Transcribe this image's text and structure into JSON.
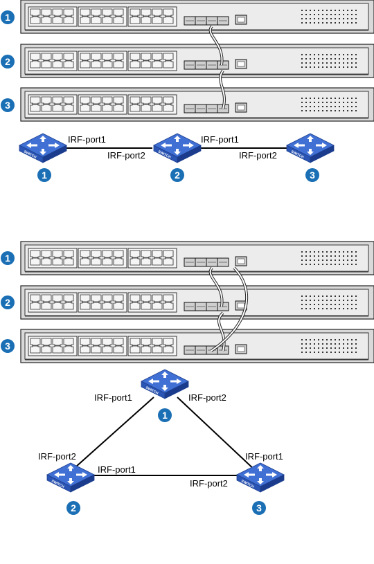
{
  "diagram1": {
    "stack_labels": [
      "1",
      "2",
      "3"
    ],
    "nodes": [
      {
        "badge": "1",
        "switch_text": "SWITCH"
      },
      {
        "badge": "2",
        "switch_text": "SWITCH"
      },
      {
        "badge": "3",
        "switch_text": "SWITCH"
      }
    ],
    "links": [
      {
        "left_port": "IRF-port1",
        "right_port": "IRF-port2"
      },
      {
        "left_port": "IRF-port1",
        "right_port": "IRF-port2"
      }
    ]
  },
  "diagram2": {
    "stack_labels": [
      "1",
      "2",
      "3"
    ],
    "nodes": [
      {
        "badge": "1",
        "switch_text": "SWITCH"
      },
      {
        "badge": "2",
        "switch_text": "SWITCH"
      },
      {
        "badge": "3",
        "switch_text": "SWITCH"
      }
    ],
    "port_labels": {
      "top_left": "IRF-port1",
      "top_right": "IRF-port2",
      "left_upper": "IRF-port2",
      "left_right": "IRF-port1",
      "right_upper": "IRF-port1",
      "right_left": "IRF-port2"
    }
  },
  "colors": {
    "badge": "#1a6fb5",
    "switch_top": "#3f6fd0",
    "switch_side": "#1d3f8f",
    "chassis_frame": "#d9d9d9",
    "chassis_front": "#e8e8e8"
  }
}
